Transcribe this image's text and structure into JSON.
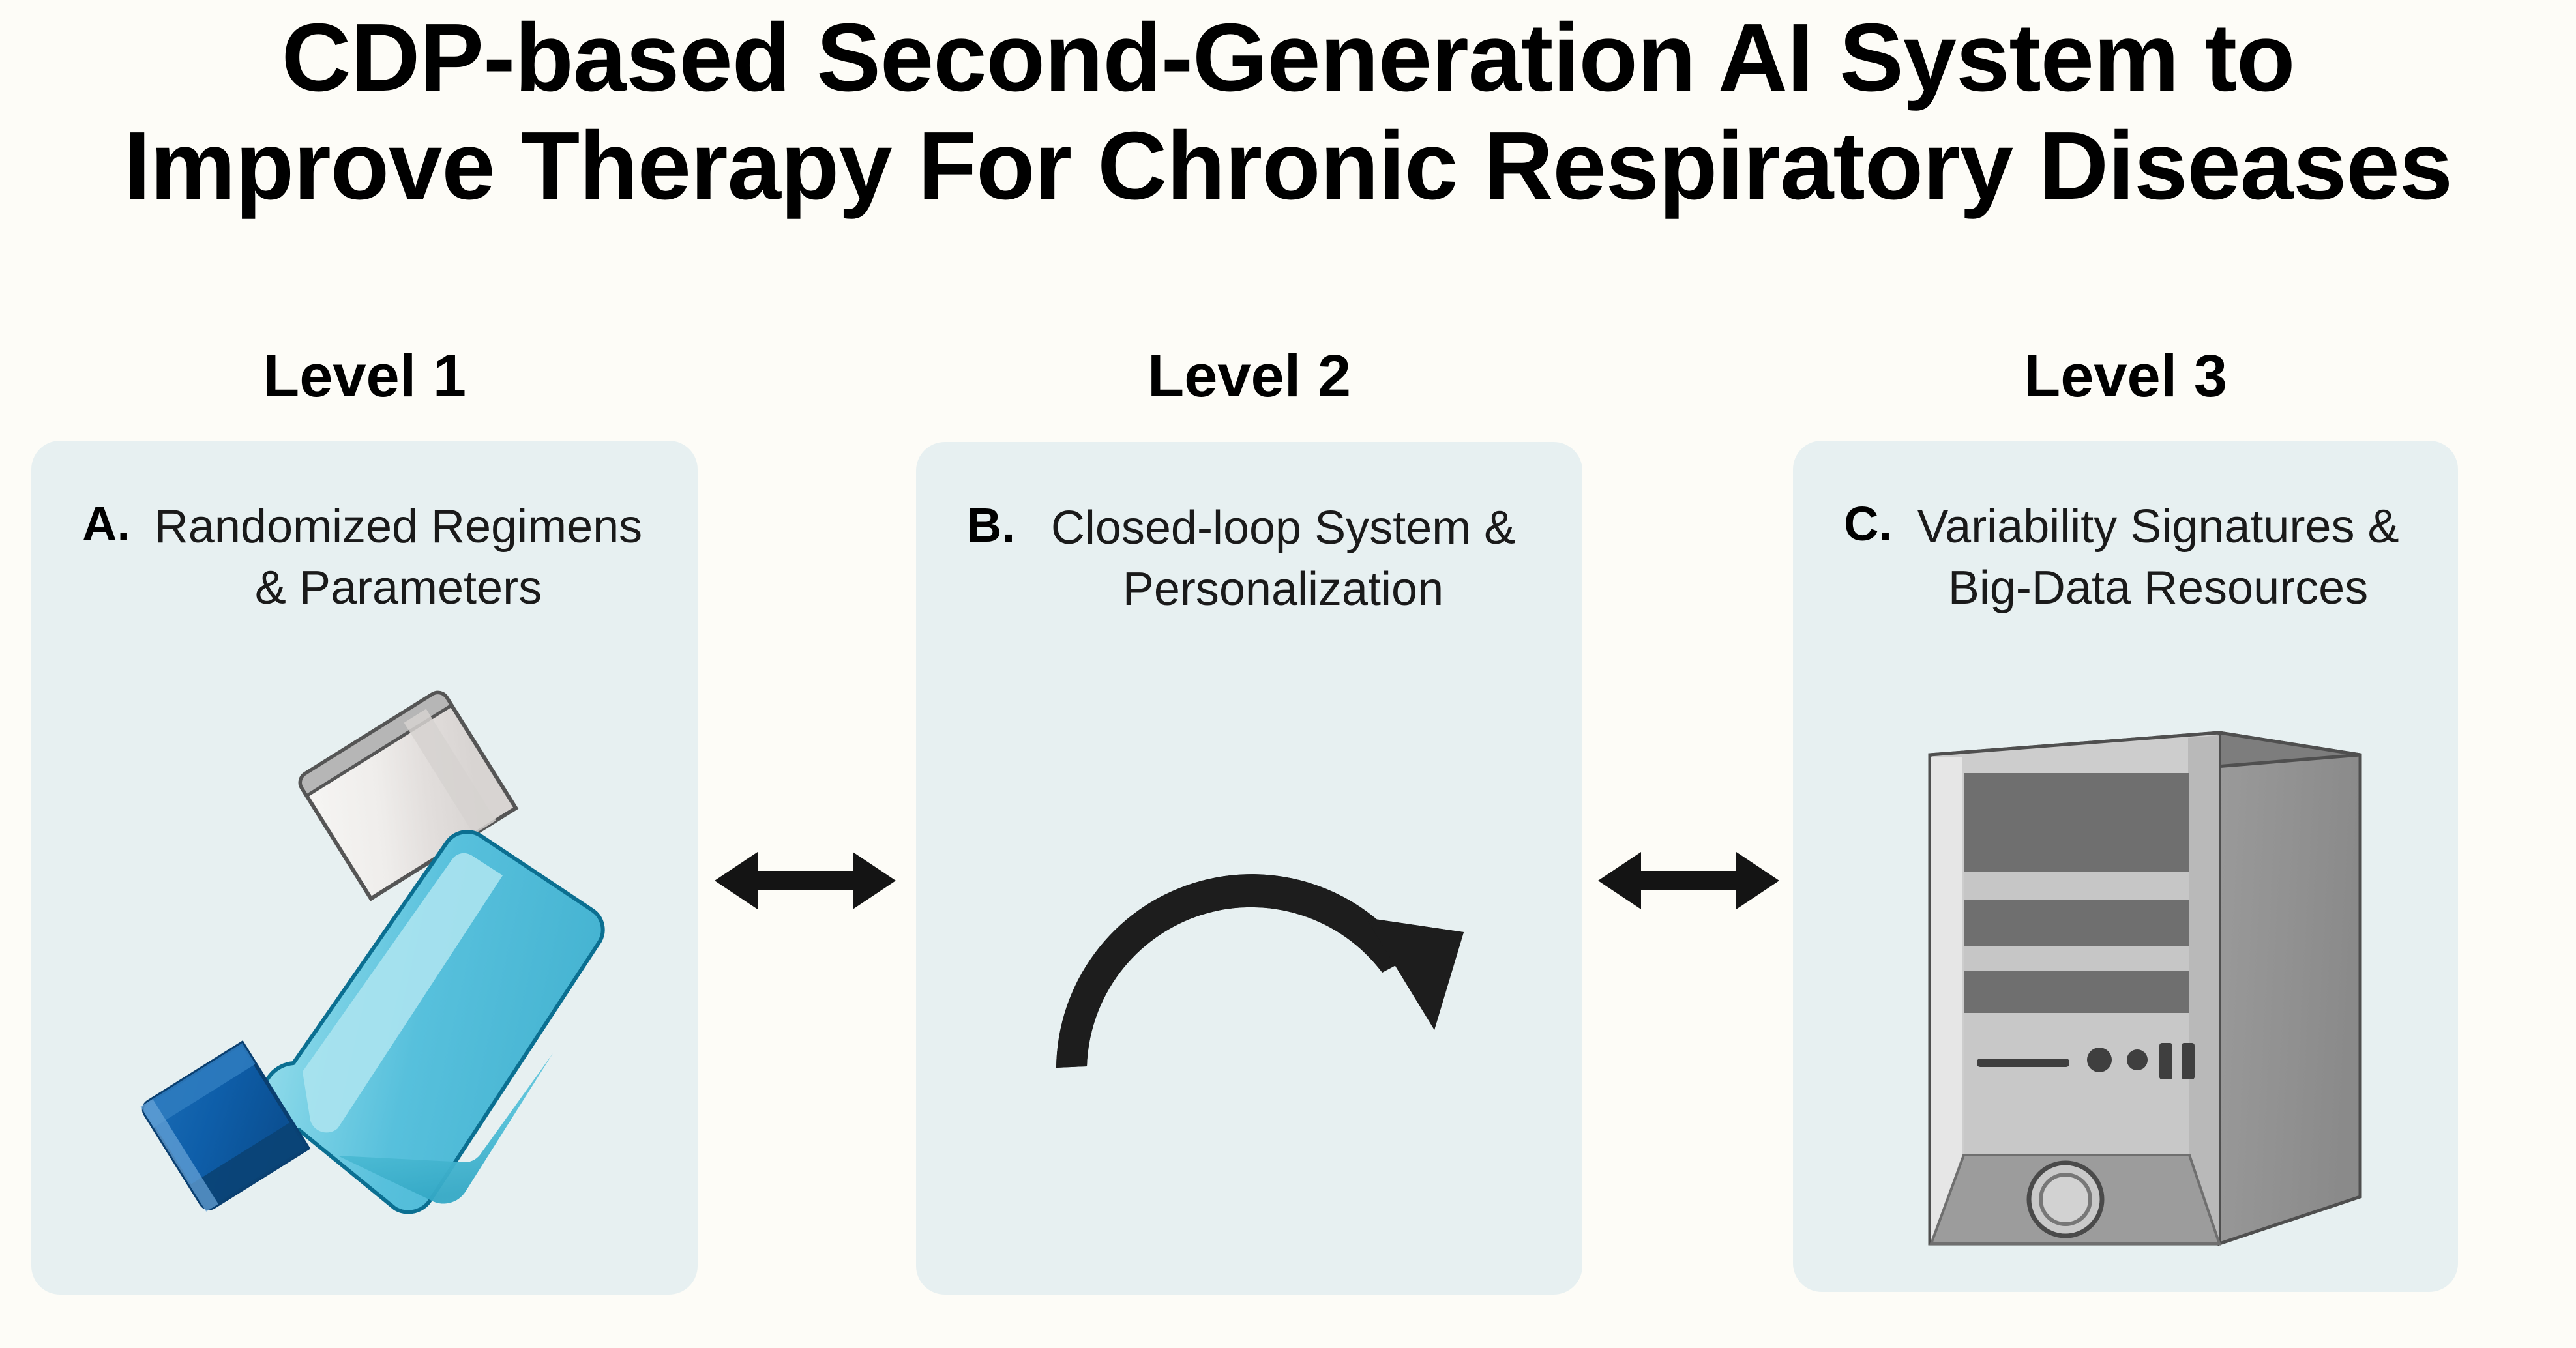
{
  "title": {
    "line1": "CDP-based Second-Generation AI System to",
    "line2": "Improve Therapy For Chronic Respiratory Diseases"
  },
  "colors": {
    "page_background": "#fdfcf7",
    "panel_background": "#e7f0f1",
    "text": "#000000",
    "arrow": "#1a1a1a",
    "inhaler_body": "#5bc0dc",
    "inhaler_body_light": "#9adeeb",
    "inhaler_mouthpiece": "#0f5ea8",
    "inhaler_canister": "#f2f0ee",
    "tower_light": "#c9c9c9",
    "tower_mid": "#9c9c9c",
    "tower_dark": "#666666",
    "tower_side": "#8c8c8c"
  },
  "panels": [
    {
      "level": "Level 1",
      "letter": "A.",
      "title": "Randomized Regimens & Parameters",
      "icon": "inhaler-icon"
    },
    {
      "level": "Level 2",
      "letter": "B.",
      "title": "Closed-loop System & Personalization",
      "icon": "circular-loop-arrows-icon"
    },
    {
      "level": "Level 3",
      "letter": "C.",
      "title": "Variability Signatures & Big-Data Resources",
      "icon": "computer-tower-icon"
    }
  ],
  "connectors": [
    {
      "name": "bidirectional-arrow",
      "from": "Level 1",
      "to": "Level 2"
    },
    {
      "name": "bidirectional-arrow",
      "from": "Level 2",
      "to": "Level 3"
    }
  ]
}
